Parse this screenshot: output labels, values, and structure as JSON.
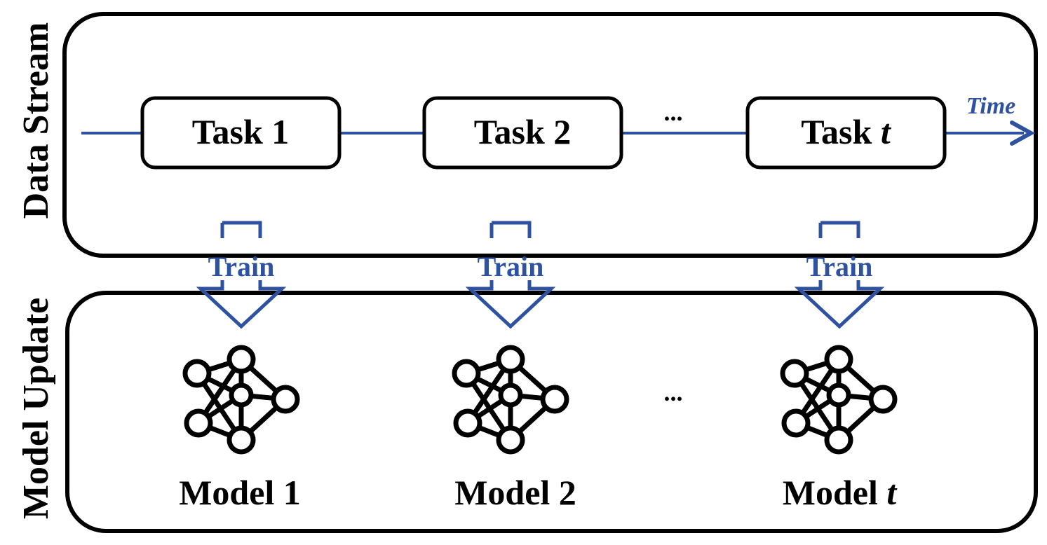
{
  "side_labels": {
    "top": "Data Stream",
    "bottom": "Model Update"
  },
  "time_label": "Time",
  "train_label": "Train",
  "ellipsis": "...",
  "tasks": [
    {
      "prefix": "Task ",
      "suffix": "1"
    },
    {
      "prefix": "Task ",
      "suffix": "2"
    },
    {
      "prefix": "Task ",
      "suffix": "t"
    }
  ],
  "models": [
    {
      "prefix": "Model ",
      "suffix": "1"
    },
    {
      "prefix": "Model ",
      "suffix": "2"
    },
    {
      "prefix": "Model ",
      "suffix": "t"
    }
  ],
  "colors": {
    "accent": "#2f52a0",
    "stroke": "#000000",
    "background": "#ffffff"
  },
  "icons": {
    "model": "neural-network-icon"
  }
}
